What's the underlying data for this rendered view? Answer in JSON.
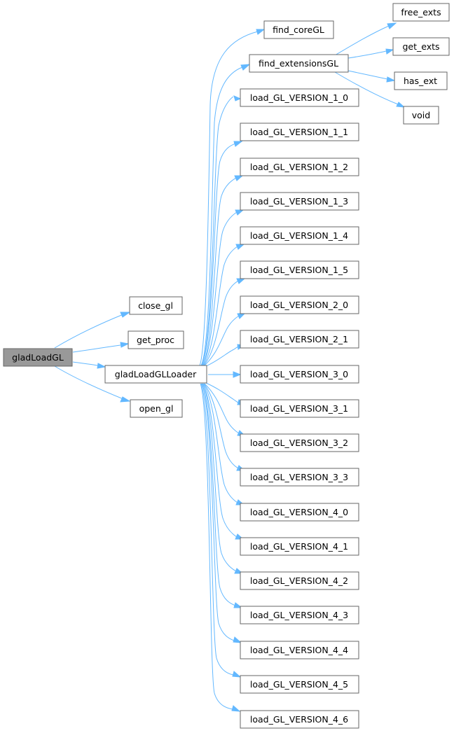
{
  "nodes": {
    "gladLoadGL": "gladLoadGL",
    "close_gl": "close_gl",
    "get_proc": "get_proc",
    "gladLoadGLLoader": "gladLoadGLLoader",
    "open_gl": "open_gl",
    "find_coreGL": "find_coreGL",
    "find_extensionsGL": "find_extensionsGL",
    "free_exts": "free_exts",
    "get_exts": "get_exts",
    "has_ext": "has_ext",
    "void": "void",
    "v1_0": "load_GL_VERSION_1_0",
    "v1_1": "load_GL_VERSION_1_1",
    "v1_2": "load_GL_VERSION_1_2",
    "v1_3": "load_GL_VERSION_1_3",
    "v1_4": "load_GL_VERSION_1_4",
    "v1_5": "load_GL_VERSION_1_5",
    "v2_0": "load_GL_VERSION_2_0",
    "v2_1": "load_GL_VERSION_2_1",
    "v3_0": "load_GL_VERSION_3_0",
    "v3_1": "load_GL_VERSION_3_1",
    "v3_2": "load_GL_VERSION_3_2",
    "v3_3": "load_GL_VERSION_3_3",
    "v4_0": "load_GL_VERSION_4_0",
    "v4_1": "load_GL_VERSION_4_1",
    "v4_2": "load_GL_VERSION_4_2",
    "v4_3": "load_GL_VERSION_4_3",
    "v4_4": "load_GL_VERSION_4_4",
    "v4_5": "load_GL_VERSION_4_5",
    "v4_6": "load_GL_VERSION_4_6"
  },
  "colors": {
    "edge": "#63b8ff",
    "root_fill": "#999999",
    "node_fill": "#ffffff",
    "node_border": "#666666"
  }
}
